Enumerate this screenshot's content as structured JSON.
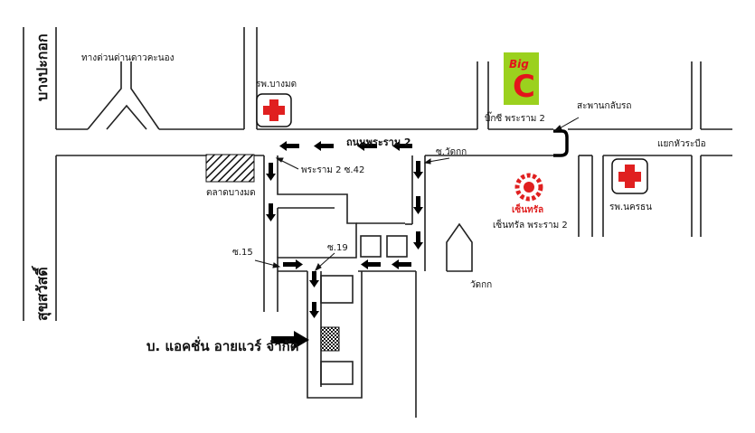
{
  "labels": {
    "road_left": "บางปะกอก",
    "road_suksawat": "สุขสวัสดิ์",
    "expressway": "ทางด่วนด่านดาวคะนอง",
    "hospital_bangmod": "รพ.บางมด",
    "bigc_store": "บิ๊กซี พระราม 2",
    "bridge": "สะพานกลับรถ",
    "main_road": "ถนนพระราม 2",
    "soi_watkok": "ซ.วัดกก",
    "soi_42": "พระราม 2 ซ.42",
    "market": "ตลาดบางมด",
    "central_logo": "เซ็นทรัล",
    "central_store": "เซ็นทรัล พระราม 2",
    "intersection": "แยกหัวระบือ",
    "hospital_nakhonthon": "รพ.นครธน",
    "soi_15": "ซ.15",
    "soi_19": "ซ.19",
    "temple": "วัดกก",
    "company": "บ. แอคชั่น อายแวร์ จำกัด",
    "bigc_logo_top": "Big",
    "bigc_logo_letter": "C"
  },
  "colors": {
    "road_line": "#222222",
    "arrow": "#000000",
    "cross": "#e02020",
    "bigc_green": "#9bd11e",
    "bigc_red": "#e3141b",
    "central_red": "#e02020"
  }
}
